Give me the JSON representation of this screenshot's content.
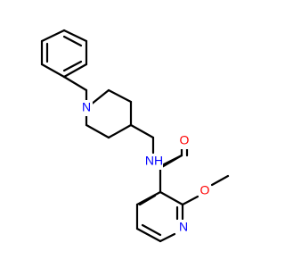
{
  "molecule": {
    "atoms": {
      "n1": {
        "label": "N",
        "color": "#0000ff"
      },
      "nh": {
        "label": "NH",
        "color": "#0000ff"
      },
      "o_carbonyl": {
        "label": "O",
        "color": "#ff0000"
      },
      "o_methoxy": {
        "label": "O",
        "color": "#ff0000"
      },
      "n_pyridine": {
        "label": "N",
        "color": "#0000ff"
      }
    }
  }
}
